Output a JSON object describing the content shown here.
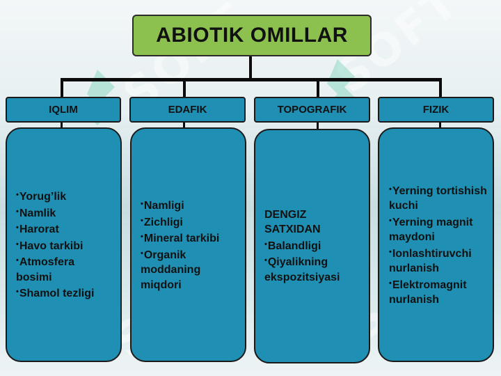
{
  "title": "ABIOTIK OMILLAR",
  "watermark_text": "SOFT",
  "colors": {
    "title_fill": "#8cc04f",
    "box_fill": "#1f8fb3",
    "line": "#0c0c0c"
  },
  "categories": [
    {
      "label": "IQLIM",
      "intro": [],
      "items": [
        "Yorug’lik",
        "Namlik",
        "Harorat",
        "Havo tarkibi",
        "Atmosfera bosimi",
        "Shamol tezligi"
      ]
    },
    {
      "label": "EDAFIK",
      "intro": [],
      "items": [
        "Namligi",
        "Zichligi",
        "Mineral tarkibi",
        "Organik moddaning miqdori"
      ]
    },
    {
      "label": "TOPOGRAFIK",
      "intro": [
        "DENGIZ",
        "SATXIDAN"
      ],
      "items": [
        "Balandligi",
        "Qiyalikning ekspozitsiyasi"
      ]
    },
    {
      "label": "FIZIK",
      "intro": [],
      "items": [
        "Yerning tortishish kuchi",
        "Yerning magnit maydoni",
        "Ionlashtiruvchi nurlanish",
        "Elektromagnit nurlanish"
      ]
    }
  ]
}
